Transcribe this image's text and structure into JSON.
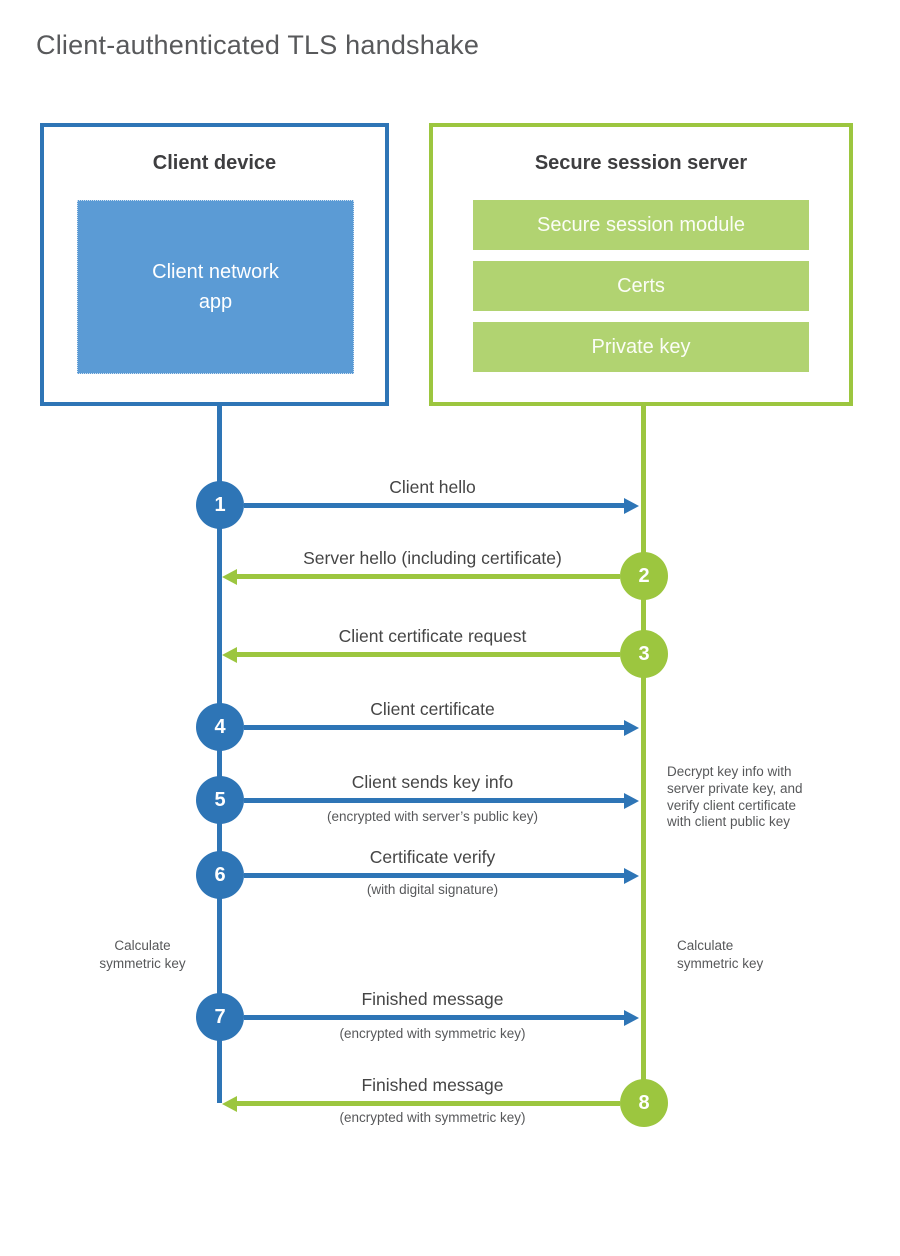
{
  "title": "Client-authenticated TLS handshake",
  "client": {
    "heading": "Client device",
    "app_label": "Client network\napp"
  },
  "server": {
    "heading": "Secure session server",
    "modules": [
      "Secure session module",
      "Certs",
      "Private key"
    ]
  },
  "steps": [
    {
      "num": "1",
      "from": "client",
      "label": "Client hello",
      "sublabel": ""
    },
    {
      "num": "2",
      "from": "server",
      "label": "Server hello (including certificate)",
      "sublabel": ""
    },
    {
      "num": "3",
      "from": "server",
      "label": "Client certificate request",
      "sublabel": ""
    },
    {
      "num": "4",
      "from": "client",
      "label": "Client certificate",
      "sublabel": ""
    },
    {
      "num": "5",
      "from": "client",
      "label": "Client sends key info",
      "sublabel": "(encrypted with server’s public key)"
    },
    {
      "num": "6",
      "from": "client",
      "label": "Certificate verify",
      "sublabel": "(with digital signature)"
    },
    {
      "num": "7",
      "from": "client",
      "label": "Finished message",
      "sublabel": "(encrypted with symmetric key)"
    },
    {
      "num": "8",
      "from": "server",
      "label": "Finished message",
      "sublabel": "(encrypted with symmetric key)"
    }
  ],
  "annotations": {
    "calc_left": "Calculate\nsymmetric key",
    "calc_right": "Calculate\nsymmetric key",
    "decrypt": "Decrypt key info with\nserver private key, and\nverify client certificate\nwith client public key"
  },
  "colors": {
    "blue_dark": "#2E75B6",
    "blue_fill": "#5B9BD5",
    "green_main": "#9CC63F",
    "green_fill": "#B1D371",
    "title_gray": "#58595b",
    "text_gray": "#454545"
  }
}
